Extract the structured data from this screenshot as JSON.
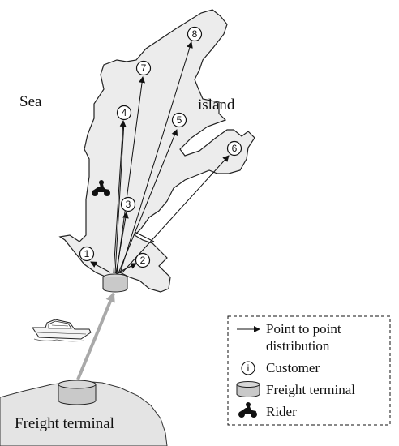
{
  "labels": {
    "sea": "Sea",
    "island": "island",
    "mainland_terminal": "Freight terminal"
  },
  "customers": [
    {
      "id": "1"
    },
    {
      "id": "2"
    },
    {
      "id": "3"
    },
    {
      "id": "4"
    },
    {
      "id": "5"
    },
    {
      "id": "6"
    },
    {
      "id": "7"
    },
    {
      "id": "8"
    }
  ],
  "legend": {
    "items": [
      {
        "icon": "arrow-icon",
        "text_line1": "Point to point",
        "text_line2": "distribution"
      },
      {
        "icon": "customer-icon",
        "symbol": "i",
        "text": "Customer"
      },
      {
        "icon": "freight-terminal-icon",
        "text": "Freight terminal"
      },
      {
        "icon": "rider-icon",
        "text": "Rider"
      }
    ]
  },
  "colors": {
    "island_fill": "#ececec",
    "land_fill": "#e4e4e4",
    "outline": "#222222",
    "ferry_route": "#a9a9a9",
    "terminal_fill": "#c9c9c9"
  }
}
